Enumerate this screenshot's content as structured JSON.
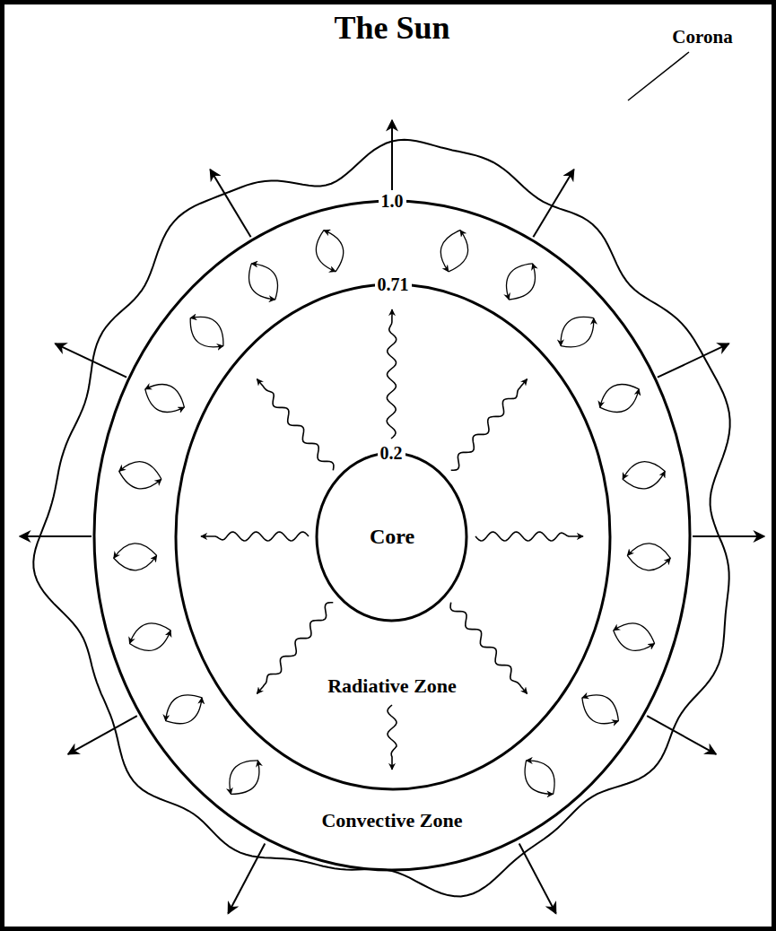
{
  "diagram": {
    "title": "The Sun",
    "nodes": [
      {
        "text": [
          "1.0",
          "Convective Zone"
        ]
      },
      {
        "text": [
          "0.71",
          "Radiative Zone"
        ],
        "in": 0
      },
      {
        "text": [
          "0.2",
          "Core"
        ],
        "in": 1
      }
    ],
    "labels": [
      "Corona"
    ]
  }
}
